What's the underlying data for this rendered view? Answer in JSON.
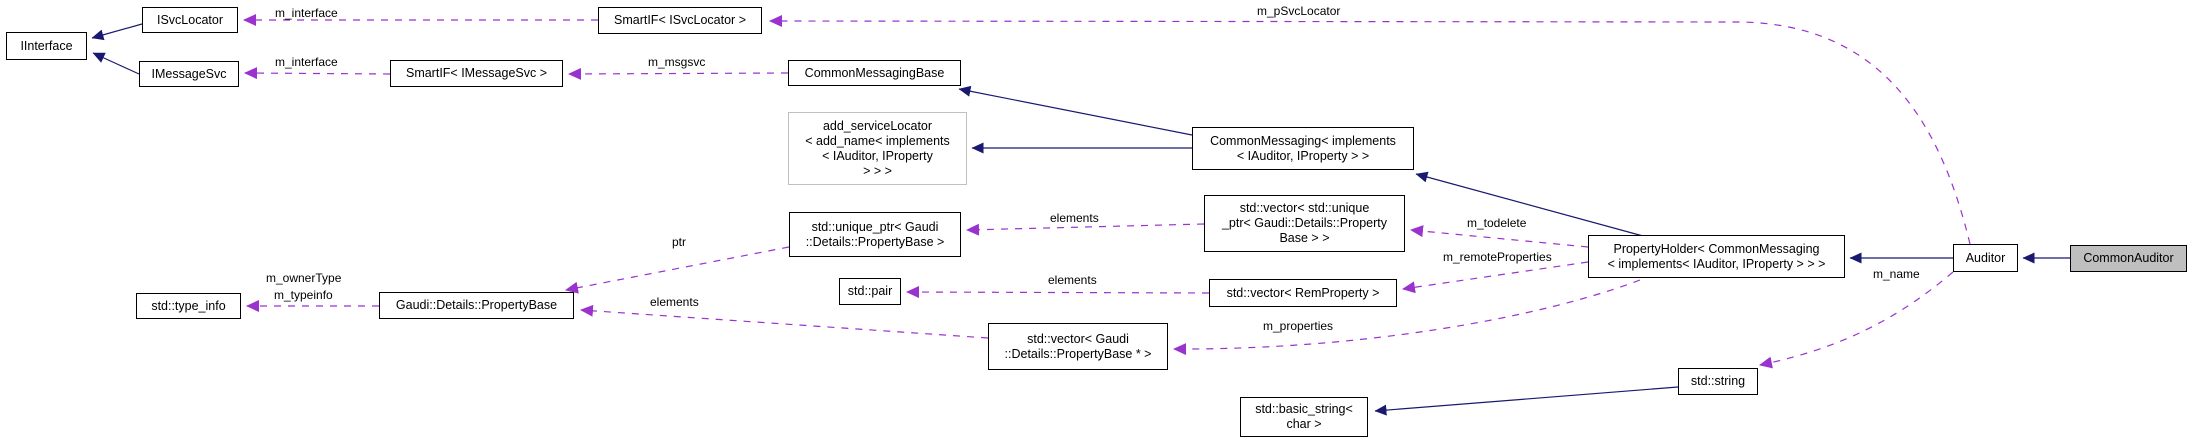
{
  "diagram": {
    "nodes": {
      "iinterface": {
        "label": "IInterface"
      },
      "isvclocator": {
        "label": "ISvcLocator"
      },
      "imessagesvc": {
        "label": "IMessageSvc"
      },
      "smartif_isvclocator": {
        "label": "SmartIF< ISvcLocator >"
      },
      "smartif_imessagesvc": {
        "label": "SmartIF< IMessageSvc >"
      },
      "commonmessagingbase": {
        "label": "CommonMessagingBase"
      },
      "add_servicelocator": {
        "label": "add_serviceLocator\n< add_name< implements\n< IAuditor, IProperty\n> > >"
      },
      "commonmessaging": {
        "label": "CommonMessaging< implements\n< IAuditor, IProperty > >"
      },
      "vector_unique": {
        "label": "std::vector< std::unique\n_ptr< Gaudi::Details::Property\nBase > >"
      },
      "unique_ptr": {
        "label": "std::unique_ptr< Gaudi\n::Details::PropertyBase >"
      },
      "pair": {
        "label": "std::pair"
      },
      "vector_rem": {
        "label": "std::vector< RemProperty >"
      },
      "type_info": {
        "label": "std::type_info"
      },
      "propertybase": {
        "label": "Gaudi::Details::PropertyBase"
      },
      "vector_pb_ptr": {
        "label": "std::vector< Gaudi\n::Details::PropertyBase * >"
      },
      "propertyholder": {
        "label": "PropertyHolder< CommonMessaging\n< implements< IAuditor, IProperty > > >"
      },
      "auditor": {
        "label": "Auditor"
      },
      "commonauditor": {
        "label": "CommonAuditor"
      },
      "string": {
        "label": "std::string"
      },
      "basic_string": {
        "label": "std::basic_string<\nchar >"
      }
    },
    "edge_labels": {
      "m_interface_top": "m_interface",
      "m_interface_bottom": "m_interface",
      "m_msgsvc": "m_msgsvc",
      "m_pSvcLocator": "m_pSvcLocator",
      "elements_unique": "elements",
      "elements_pair": "elements",
      "elements_pb": "elements",
      "ptr": "ptr",
      "m_ownerType": "m_ownerType",
      "m_typeinfo": "m_typeinfo",
      "m_todelete": "m_todelete",
      "m_remoteProperties": "m_remoteProperties",
      "m_properties": "m_properties",
      "m_name": "m_name"
    },
    "colors": {
      "inheritance_edge": "#191970",
      "usage_edge": "#9a32cd",
      "node_border": "#000000",
      "node_fill": "#ffffff",
      "current_node_fill": "#bfbfbf",
      "truncated_node_border": "#c0c0c0",
      "text": "#000000",
      "background": "#ffffff"
    }
  }
}
